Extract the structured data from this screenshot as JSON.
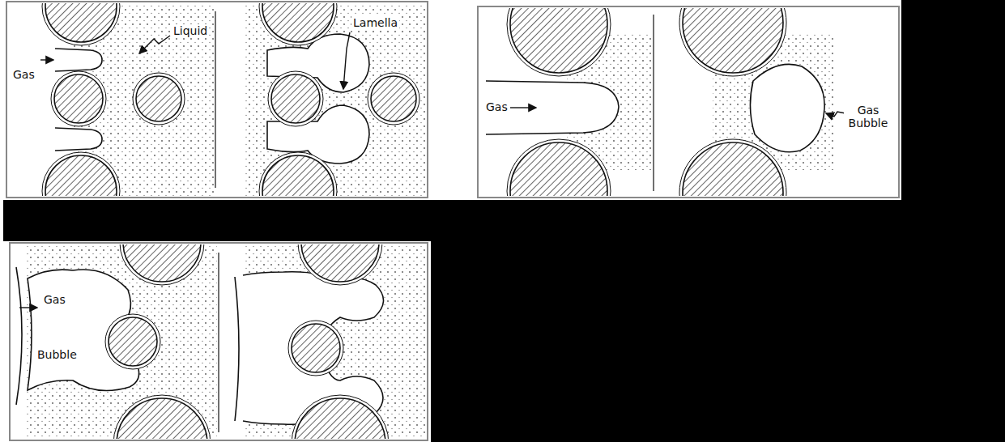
{
  "diagram": {
    "labels": [
      "Liquid",
      "Lamella",
      "Gas",
      "Gas",
      "Gas Bubble",
      "Gas",
      "Bubble"
    ]
  }
}
